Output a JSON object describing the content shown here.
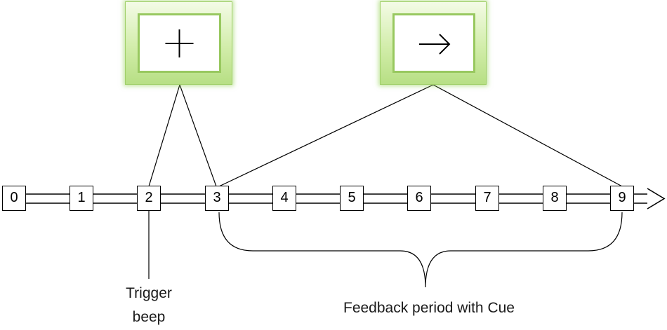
{
  "fixation_screen": {
    "symbol": "plus-icon"
  },
  "cue_screen": {
    "symbol": "right-arrow-icon"
  },
  "timeline": {
    "ticks": [
      "0",
      "1",
      "2",
      "3",
      "4",
      "5",
      "6",
      "7",
      "8",
      "9"
    ]
  },
  "annotations": {
    "trigger_line1": "Trigger",
    "trigger_line2": "beep",
    "feedback": "Feedback period with Cue"
  }
}
